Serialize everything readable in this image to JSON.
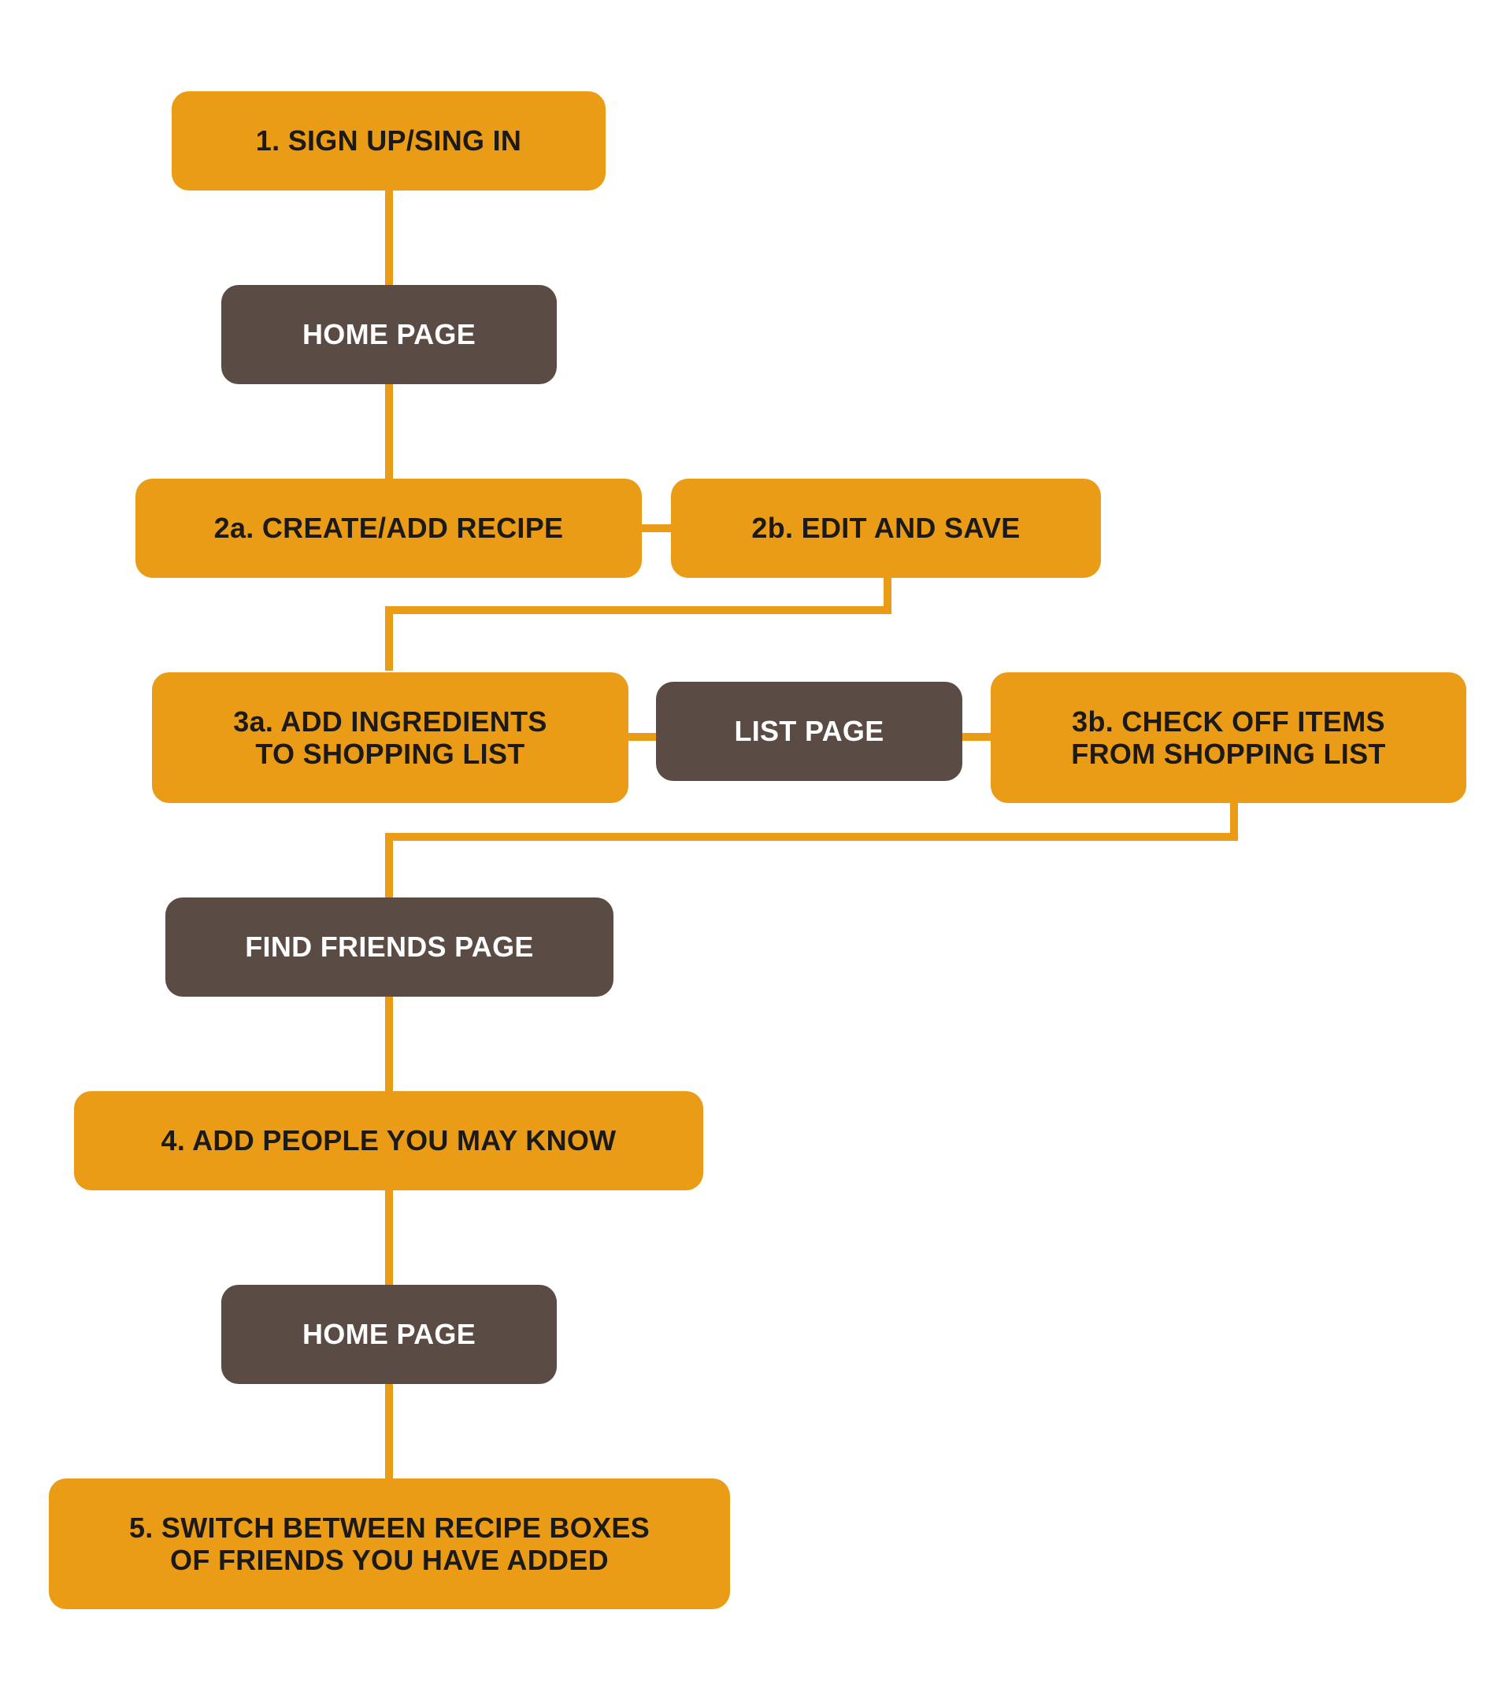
{
  "diagram": {
    "colors": {
      "step": "#eb9c17",
      "page": "#5b4b45",
      "connector": "#eb9c17",
      "step_text": "#1c1a18",
      "page_text": "#ffffff"
    },
    "nodes": {
      "sign_in": "1. SIGN UP/SING IN",
      "home_1": "HOME PAGE",
      "create_recipe": "2a. CREATE/ADD RECIPE",
      "edit_save": "2b. EDIT AND SAVE",
      "add_ingredients": "3a. ADD INGREDIENTS\nTO SHOPPING LIST",
      "list_page": "LIST PAGE",
      "check_off": "3b. CHECK OFF ITEMS\nFROM SHOPPING LIST",
      "find_friends": "FIND FRIENDS PAGE",
      "add_people": "4. ADD PEOPLE YOU MAY KNOW",
      "home_2": "HOME PAGE",
      "switch_boxes": "5. SWITCH BETWEEN RECIPE BOXES\nOF FRIENDS YOU HAVE ADDED"
    }
  }
}
